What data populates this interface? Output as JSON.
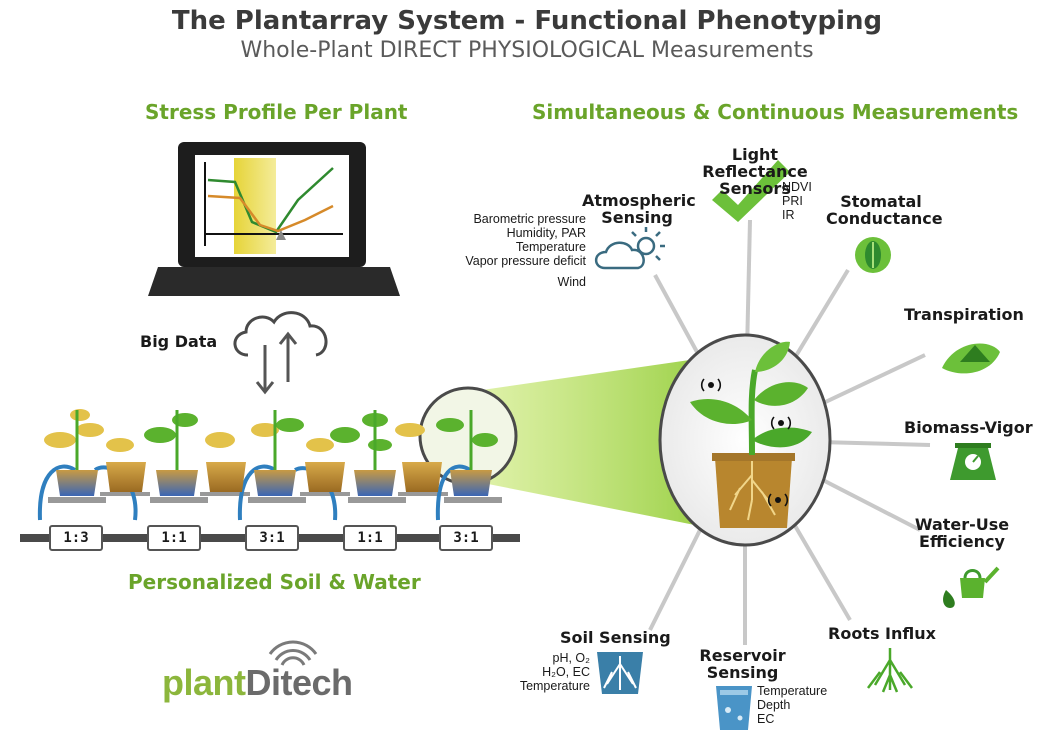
{
  "header": {
    "title": "The Plantarray System - Functional Phenotyping",
    "subtitle": "Whole-Plant DIRECT PHYSIOLOGICAL Measurements"
  },
  "left": {
    "stress_heading": "Stress Profile Per Plant",
    "big_data_label": "Big Data",
    "soil_water_heading": "Personalized Soil & Water",
    "ratios": [
      "1:3",
      "1:1",
      "3:1",
      "1:1",
      "3:1"
    ]
  },
  "right": {
    "heading": "Simultaneous & Continuous Measurements",
    "light": {
      "title_line1": "Light Reflectance",
      "title_line2": "Sensors",
      "items": [
        "NDVI",
        "PRI",
        "IR"
      ]
    },
    "atmospheric": {
      "title_line1": "Atmospheric",
      "title_line2": "Sensing",
      "items": [
        "Barometric pressure",
        "Humidity, PAR",
        "Temperature",
        "Vapor pressure deficit",
        "Wind"
      ]
    },
    "stomatal": {
      "title_line1": "Stomatal",
      "title_line2": "Conductance"
    },
    "transpiration": {
      "title": "Transpiration"
    },
    "biomass": {
      "title": "Biomass-Vigor"
    },
    "water_use": {
      "title_line1": "Water-Use",
      "title_line2": "Efficiency"
    },
    "roots": {
      "title": "Roots Influx"
    },
    "reservoir": {
      "title_line1": "Reservoir",
      "title_line2": "Sensing",
      "items": [
        "Temperature",
        "Depth",
        "EC"
      ]
    },
    "soil": {
      "title": "Soil Sensing",
      "items": [
        "pH, O₂",
        "H₂O, EC",
        "Temperature"
      ]
    }
  },
  "logo": {
    "part1": "plant",
    "part2": "Ditech"
  },
  "colors": {
    "brand_green": "#6aa42a",
    "dark_green": "#2e7d1f",
    "blue": "#2f7fbf",
    "soil": "#b8862e"
  }
}
